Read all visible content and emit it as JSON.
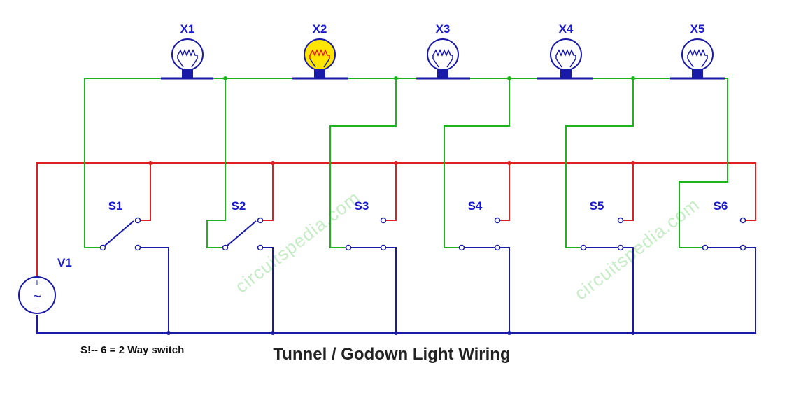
{
  "diagram": {
    "lamps": [
      {
        "label": "X1",
        "lit": false
      },
      {
        "label": "X2",
        "lit": true
      },
      {
        "label": "X3",
        "lit": false
      },
      {
        "label": "X4",
        "lit": false
      },
      {
        "label": "X5",
        "lit": false
      }
    ],
    "switches": [
      "S1",
      "S2",
      "S3",
      "S4",
      "S5",
      "S6"
    ],
    "source_label": "V1",
    "source_plus": "+",
    "source_minus": "−",
    "source_wave": "~",
    "note": "S!-- 6 = 2 Way switch",
    "title": "Tunnel / Godown Light Wiring",
    "watermark": "circuitspedia.com",
    "colors": {
      "live": "#e02020",
      "lamp_link": "#1fb41f",
      "neutral": "#1a1aa8",
      "label": "#1a1acc",
      "lamp_lit": "#ffe600",
      "lamp_off": "#ffffff"
    }
  }
}
